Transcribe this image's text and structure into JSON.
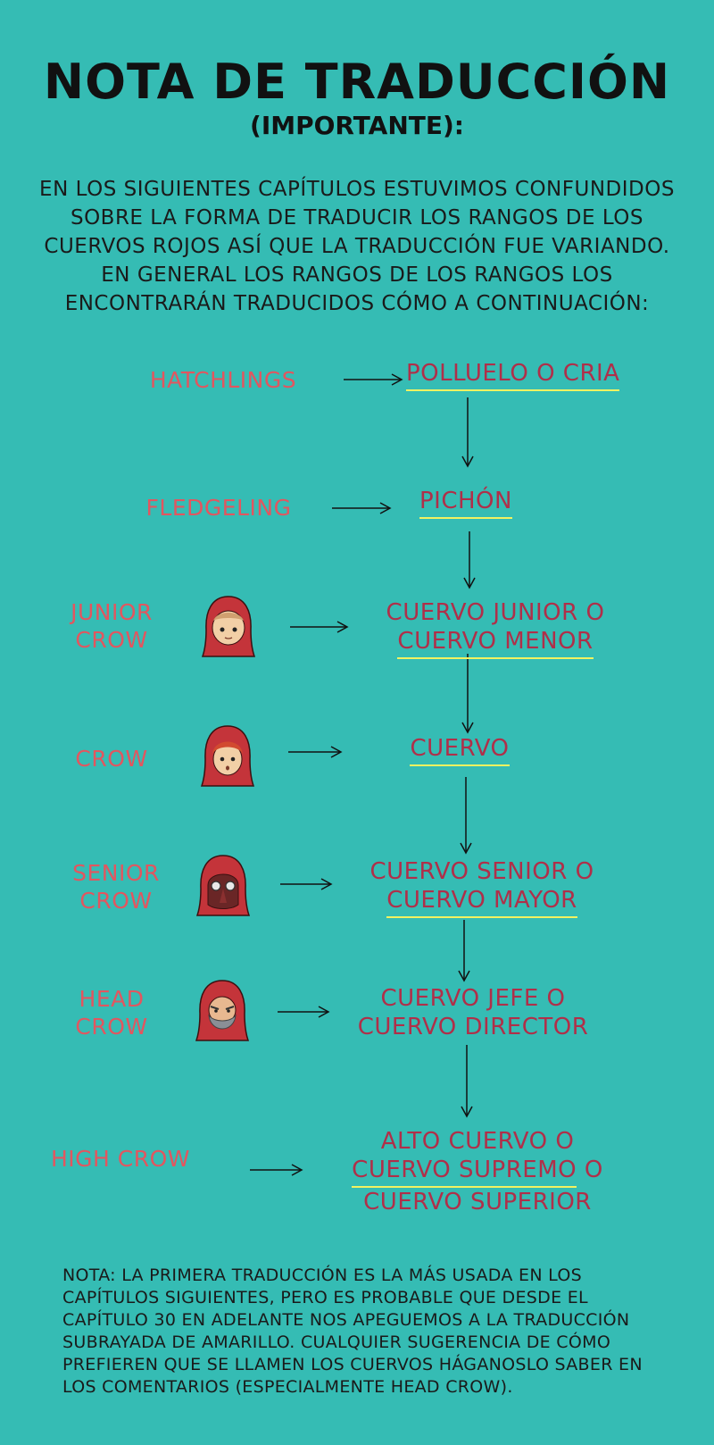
{
  "title": "NOTA DE TRADUCCIÓN",
  "subtitle": "(IMPORTANTE):",
  "intro": "EN LOS SIGUIENTES CAPÍTULOS ESTUVIMOS CONFUNDIDOS SOBRE LA FORMA DE TRADUCIR LOS RANGOS DE LOS CUERVOS ROJOS ASÍ QUE LA TRADUCCIÓN FUE VARIANDO. EN GENERAL LOS RANGOS DE LOS RANGOS LOS ENCONTRARÁN TRADUCIDOS CÓMO A CONTINUACIÓN:",
  "ranks": [
    {
      "english": "HATCHLINGS",
      "spanish_underlined": "POLLUELO O CRIA",
      "spanish_rest": ""
    },
    {
      "english": "FLEDGELING",
      "spanish_underlined": "PICHÓN",
      "spanish_rest": ""
    },
    {
      "english": "JUNIOR CROW",
      "spanish_line1": "CUERVO JUNIOR O",
      "spanish_underlined": "CUERVO MENOR",
      "avatar": "junior-crow-avatar"
    },
    {
      "english": "CROW",
      "spanish_underlined": "CUERVO",
      "avatar": "crow-avatar"
    },
    {
      "english": "SENIOR CROW",
      "spanish_line1": "CUERVO SENIOR O",
      "spanish_underlined": "CUERVO MAYOR",
      "avatar": "senior-crow-avatar"
    },
    {
      "english": "HEAD CROW",
      "spanish_line1": "CUERVO JEFE O",
      "spanish_line2": "CUERVO DIRECTOR",
      "avatar": "head-crow-avatar"
    },
    {
      "english": "HIGH CROW",
      "spanish_line1": "ALTO CUERVO O",
      "spanish_underlined": "CUERVO SUPREMO",
      "spanish_line2_suffix": " O",
      "spanish_line3": "CUERVO SUPERIOR"
    }
  ],
  "note": "NOTA: LA PRIMERA TRADUCCIÓN ES LA MÁS USADA EN LOS CAPÍTULOS SIGUIENTES, PERO ES PROBABLE QUE DESDE EL CAPÍTULO 30 EN ADELANTE NOS APEGUEMOS A LA TRADUCCIÓN SUBRAYADA DE AMARILLO. CUALQUIER SUGERENCIA DE CÓMO PREFIEREN QUE SE LLAMEN LOS CUERVOS HÁGANOSLO SABER EN LOS COMENTARIOS (ESPECIALMENTE HEAD CROW).",
  "colors": {
    "background": "#35bcb4",
    "english": "#e2565f",
    "spanish": "#b02f49",
    "underline": "#f2f261"
  }
}
